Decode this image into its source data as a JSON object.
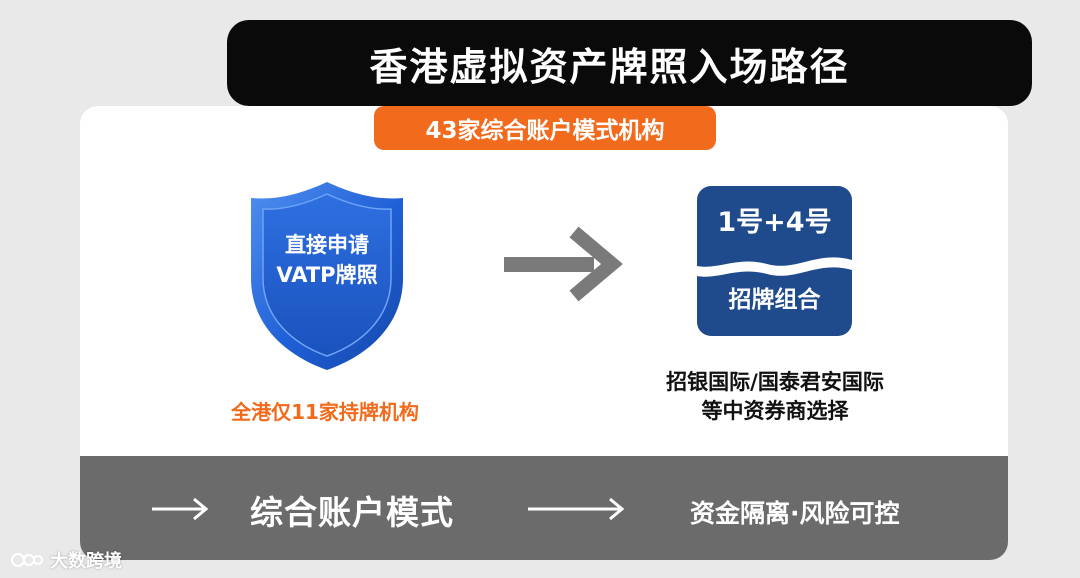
{
  "title": "香港虚拟资产牌照入场路径",
  "tag": "43家综合账户模式机构",
  "left": {
    "shield_line1": "直接申请",
    "shield_line2": "VATP牌照",
    "caption": "全港仅11家持牌机构"
  },
  "right": {
    "top_label": "1号+4号",
    "bottom_label": "招牌组合",
    "brokers_line1": "招银国际/国泰君安国际",
    "brokers_line2": "等中资券商选择"
  },
  "band": {
    "center_text": "综合账户模式",
    "right_text": "资金隔离·风险可控"
  },
  "watermark": "大数跨境",
  "colors": {
    "accent_orange": "#f26a1b",
    "shield_blue": "#1f5fd6",
    "navy": "#1f4a8c",
    "band_gray": "#6b6b6b",
    "title_black": "#0a0a0a"
  }
}
